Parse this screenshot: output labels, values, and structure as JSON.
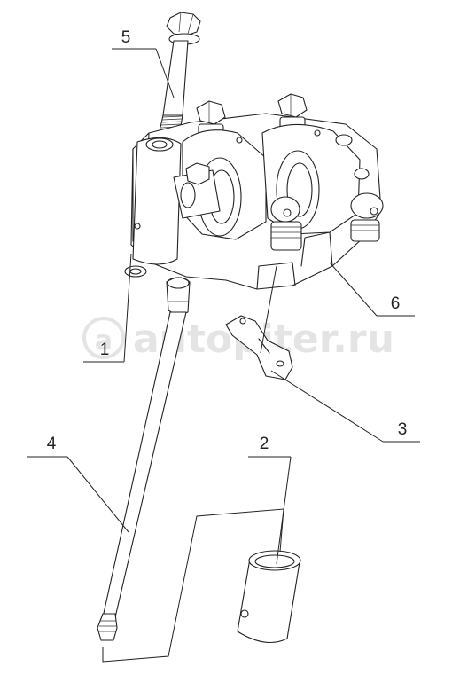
{
  "watermark": {
    "text": "autopiter.ru",
    "logo_letter": "a"
  },
  "callouts": [
    {
      "id": "1",
      "label": "1"
    },
    {
      "id": "2",
      "label": "2"
    },
    {
      "id": "3",
      "label": "3"
    },
    {
      "id": "4",
      "label": "4"
    },
    {
      "id": "5",
      "label": "5"
    },
    {
      "id": "6",
      "label": "6"
    }
  ],
  "parts": [
    "bolt",
    "rocker-arm-assembly",
    "washer",
    "push-rod",
    "bridge",
    "tappet-sleeve"
  ]
}
